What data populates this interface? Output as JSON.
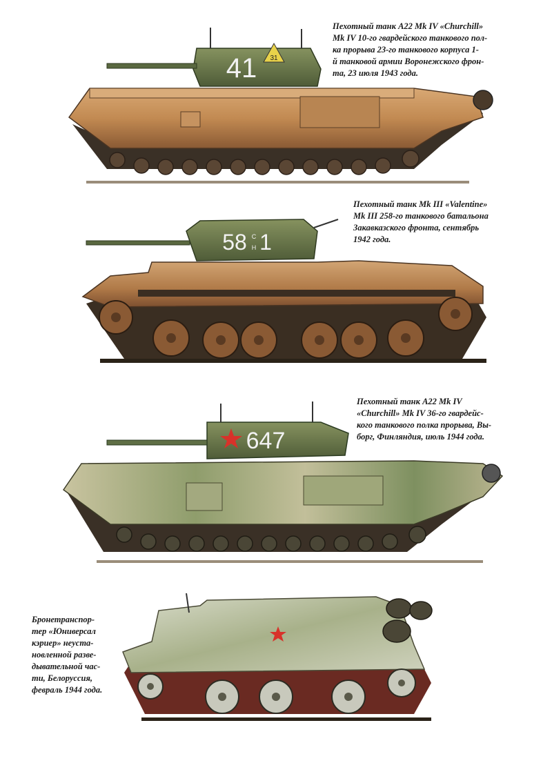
{
  "plates": [
    {
      "caption_lines": [
        "Пехотный танк А22 Mk IV «Churchill»",
        "Mk IV 10-го гвардейского танкового пол-",
        "ка прорыва 23-го танкового корпуса 1-",
        "й танковой армии Воронежского фрон-",
        "та, 23 июля 1943 года."
      ],
      "turret_number": "41",
      "turret_badge": "31",
      "colors": {
        "hull": "#c9955e",
        "turret": "#6e7a50"
      }
    },
    {
      "caption_lines": [
        "Пехотный танк Mk III «Valentine»",
        "Mk III 258-го танкового батальона",
        "Закавказского фронта, сентябрь",
        "1942 года."
      ],
      "turret_number": "58",
      "turret_suffix": "1",
      "turret_sup": "C",
      "turret_sub": "H",
      "colors": {
        "hull": "#bf8f5c",
        "turret": "#5f6f45"
      }
    },
    {
      "caption_lines": [
        "Пехотный танк А22 Mk IV",
        "«Churchill» Mk IV 36-го гвардейс-",
        "кого танкового полка прорыва, Вы-",
        "борг, Финляндия, июль 1944 года."
      ],
      "turret_number": "647",
      "colors": {
        "hull": "#a7ab80",
        "turret": "#4f6b45",
        "star": "#d8322a"
      }
    },
    {
      "caption_lines": [
        "Бронетранспор-",
        "тер «Юниверсал",
        "кэриер» неуста-",
        "новленной разве-",
        "дывательной час-",
        "ти, Белоруссия,",
        "февраль 1944 года."
      ],
      "colors": {
        "hull": "#c4c8b2",
        "star": "#d8322a"
      }
    }
  ]
}
